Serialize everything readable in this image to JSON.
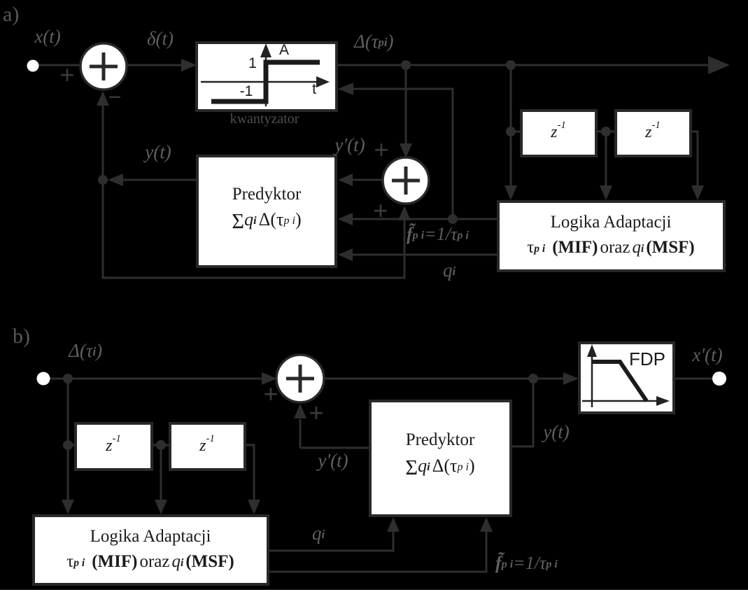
{
  "palette": {
    "background": "#000000",
    "paper_strip": "#ffffff",
    "wire": "#2e2e2e",
    "box_fill": "#ffffff",
    "box_border": "#292929",
    "box_text": "#1b1b1b",
    "label_gray": "#5f5f5f",
    "sign_gray": "#3a3a3a"
  },
  "section_a": {
    "tag": "a)",
    "labels": {
      "input": "x(t)",
      "error": "δ(t)",
      "output_pre": "Δ(τ",
      "output_sub": "pi",
      "output_post": ")",
      "y": "y(t)",
      "y_prime": "y'(t)",
      "plus_input": "+",
      "minus_feedback": "−",
      "plus_top": "+",
      "plus_bottom": "+",
      "f_base": "f̃",
      "f_sub": "p i",
      "f_mid": "=1/τ",
      "f_sub2": "p i",
      "q_base": "q",
      "q_sub": "i"
    },
    "quantizer": {
      "caption": "kwantyzator",
      "amp_axis": "A",
      "time_axis": "t",
      "level_high": "1",
      "level_low": "-1"
    },
    "predictor": {
      "title": "Predyktor",
      "sigma": "Σ",
      "q": "q",
      "q_sub": "i",
      "delta": "Δ(τ",
      "delta_sub": "p i",
      "close": ")"
    },
    "adaptation": {
      "line1": "Logika Adaptacji",
      "tau": "τ",
      "tau_sub": "p i",
      "mif": "(MIF)",
      "oraz": "oraz",
      "q": "q",
      "q_sub": "i",
      "msf": "(MSF)"
    },
    "delay1_base": "z",
    "delay1_sup": "-1",
    "delay2_base": "z",
    "delay2_sup": "-1"
  },
  "section_b": {
    "tag": "b)",
    "labels": {
      "input_pre": "Δ(τ",
      "input_sub": "i",
      "input_post": ")",
      "output": "x'(t)",
      "y": "y(t)",
      "y_prime": "y'(t)",
      "plus_input": "+",
      "plus_bottom": "+",
      "f_base": "f̃",
      "f_sub": "p i",
      "f_mid": "=1/τ",
      "f_sub2": "p i",
      "q_base": "q",
      "q_sub": "i"
    },
    "filter": {
      "name": "FDP"
    },
    "predictor": {
      "title": "Predyktor",
      "sigma": "Σ",
      "q": "q",
      "q_sub": "i",
      "delta": "Δ(τ",
      "delta_sub": "p i",
      "close": ")"
    },
    "adaptation": {
      "line1": "Logika Adaptacji",
      "tau": "τ",
      "tau_sub": "p i",
      "mif": "(MIF)",
      "oraz": "oraz",
      "q": "q",
      "q_sub": "i",
      "msf": "(MSF)"
    },
    "delay1_base": "z",
    "delay1_sup": "-1",
    "delay2_base": "z",
    "delay2_sup": "-1"
  }
}
